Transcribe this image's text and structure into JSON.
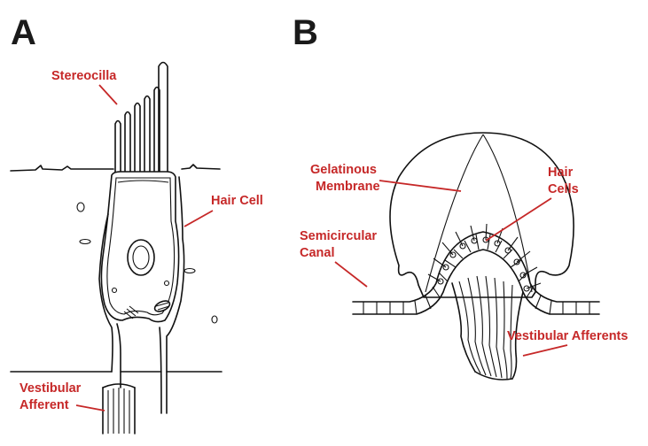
{
  "panels": {
    "a": {
      "letter": "A",
      "labels": {
        "stereocilia": "Stereocilla",
        "hair_cell": "Hair Cell",
        "vestibular_afferent_line1": "Vestibular",
        "vestibular_afferent_line2": "Afferent"
      }
    },
    "b": {
      "letter": "B",
      "labels": {
        "gelatinous_line1": "Gelatinous",
        "gelatinous_line2": "Membrane",
        "hair_cells_line1": "Hair",
        "hair_cells_line2": "Cells",
        "semicircular_line1": "Semicircular",
        "semicircular_line2": "Canal",
        "vestibular_afferents": "Vestibular Afferents"
      }
    }
  },
  "colors": {
    "label": "#c62828",
    "line": "#111111",
    "letter": "#1a1a1a"
  }
}
